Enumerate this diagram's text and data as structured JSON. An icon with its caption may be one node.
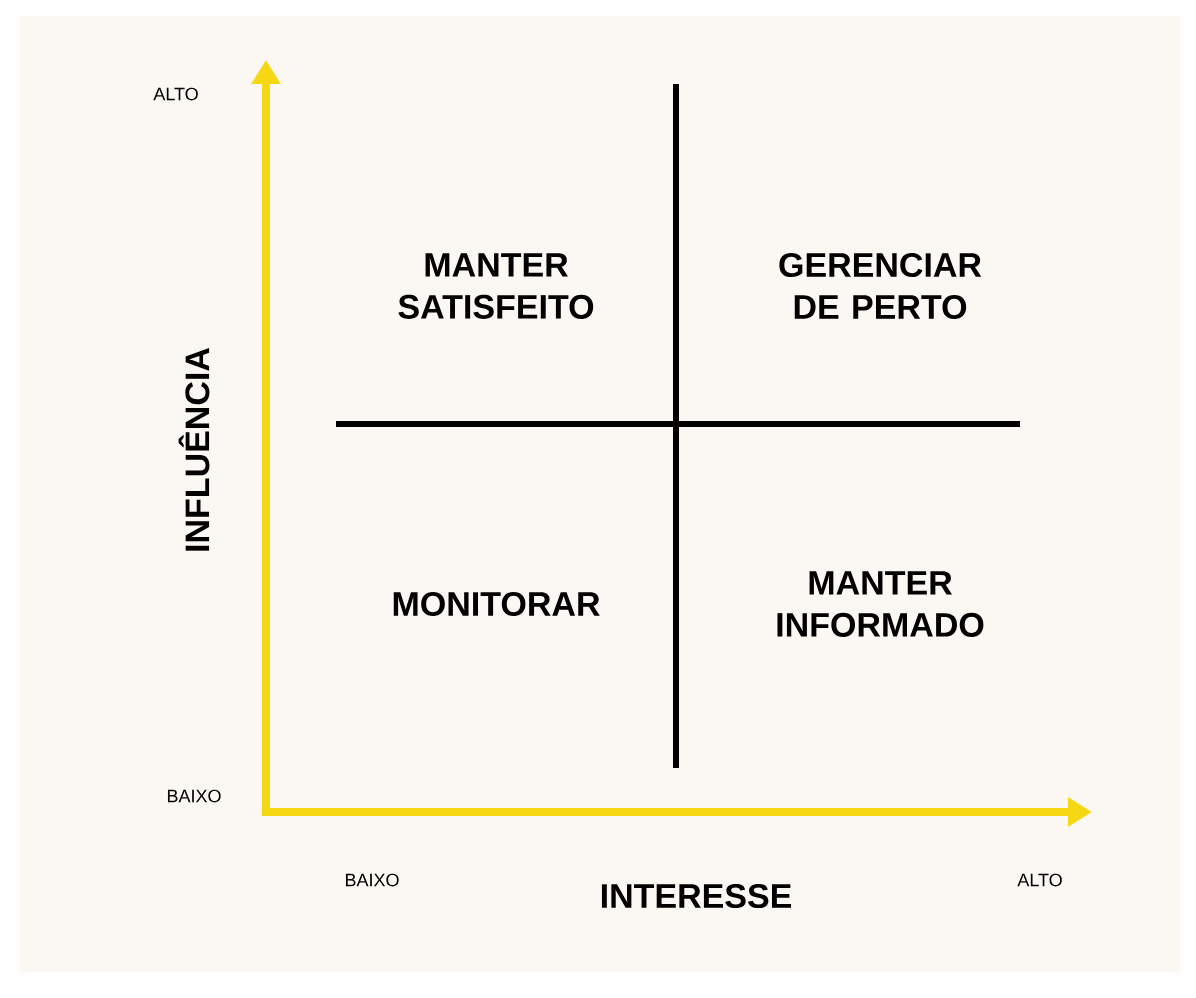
{
  "diagram": {
    "labels": [
      "ALTO",
      "MANTER SATISFEITO",
      "GERENCIAR DE PERTO",
      "INFLUÊNCIA",
      "MONITORAR",
      "MANTER INFORMADO",
      "BAIXO",
      "BAIXO",
      "INTERESSE",
      "ALTO"
    ]
  }
}
